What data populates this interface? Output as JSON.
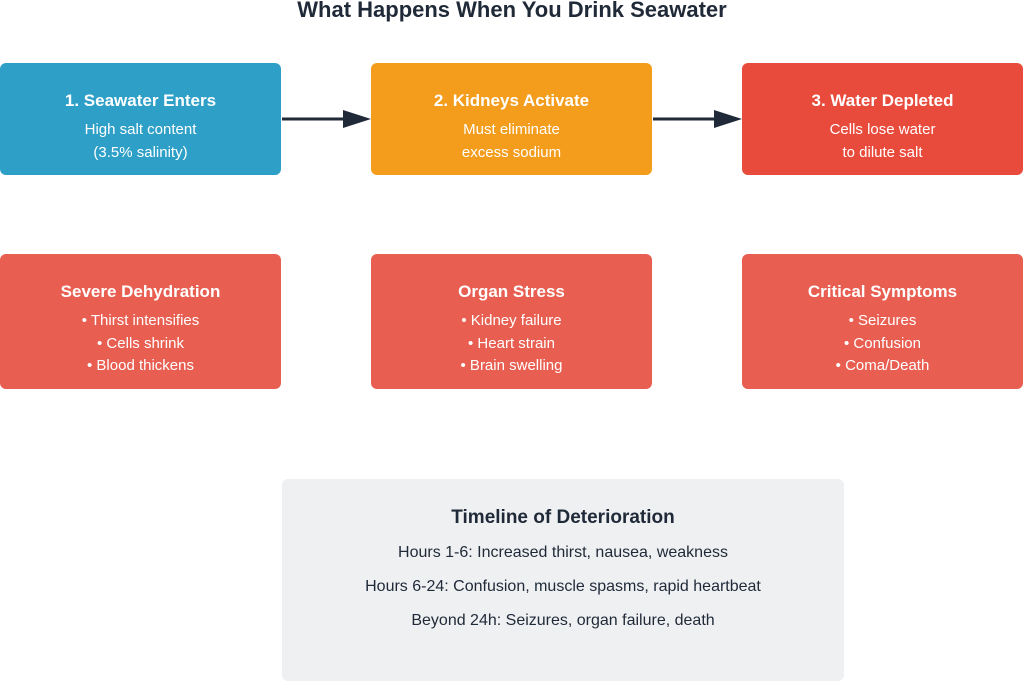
{
  "title": "What Happens When You Drink Seawater",
  "colors": {
    "blue": "#2ea0c8",
    "orange": "#f49c1b",
    "red": "#e84b3c",
    "effect_red": "#e85f52",
    "timeline_bg": "#eef0f2",
    "arrow": "#1f2937"
  },
  "steps": [
    {
      "title": "1. Seawater Enters",
      "lines": [
        "High salt content",
        "(3.5% salinity)"
      ]
    },
    {
      "title": "2. Kidneys Activate",
      "lines": [
        "Must eliminate",
        "excess sodium"
      ]
    },
    {
      "title": "3. Water Depleted",
      "lines": [
        "Cells lose water",
        "to dilute salt"
      ]
    }
  ],
  "effects": [
    {
      "title": "Severe Dehydration",
      "items": [
        "• Thirst intensifies",
        "• Cells shrink",
        "• Blood thickens"
      ]
    },
    {
      "title": "Organ Stress",
      "items": [
        "• Kidney failure",
        "• Heart strain",
        "• Brain swelling"
      ]
    },
    {
      "title": "Critical Symptoms",
      "items": [
        "• Seizures",
        "• Confusion",
        "• Coma/Death"
      ]
    }
  ],
  "timeline": {
    "title": "Timeline of Deterioration",
    "rows": [
      "Hours 1-6: Increased thirst, nausea, weakness",
      "Hours 6-24: Confusion, muscle spasms, rapid heartbeat",
      "Beyond 24h: Seizures, organ failure, death"
    ]
  }
}
